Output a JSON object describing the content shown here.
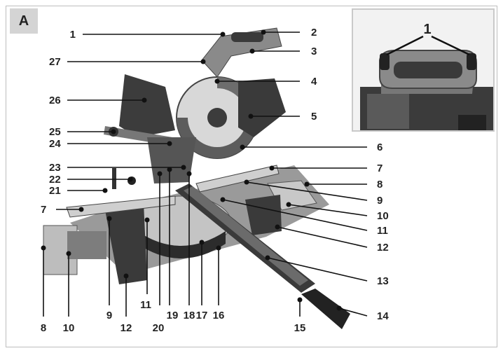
{
  "figure": {
    "panel_tag": "A",
    "inset_label": "1",
    "callouts": [
      "1",
      "2",
      "3",
      "4",
      "5",
      "6",
      "7",
      "8",
      "9",
      "10",
      "11",
      "12",
      "13",
      "14",
      "15",
      "16",
      "17",
      "18",
      "19",
      "20",
      "21",
      "22",
      "23",
      "24",
      "25",
      "26",
      "27"
    ],
    "colors": {
      "body_dark": "#3a3a3a",
      "body_mid": "#7a7a7a",
      "body_light": "#b5b5b5",
      "blade": "#d9d9d9",
      "line": "#111111",
      "panel_tag_bg": "#d4d4d4",
      "frame": "#bdbdbd"
    }
  }
}
